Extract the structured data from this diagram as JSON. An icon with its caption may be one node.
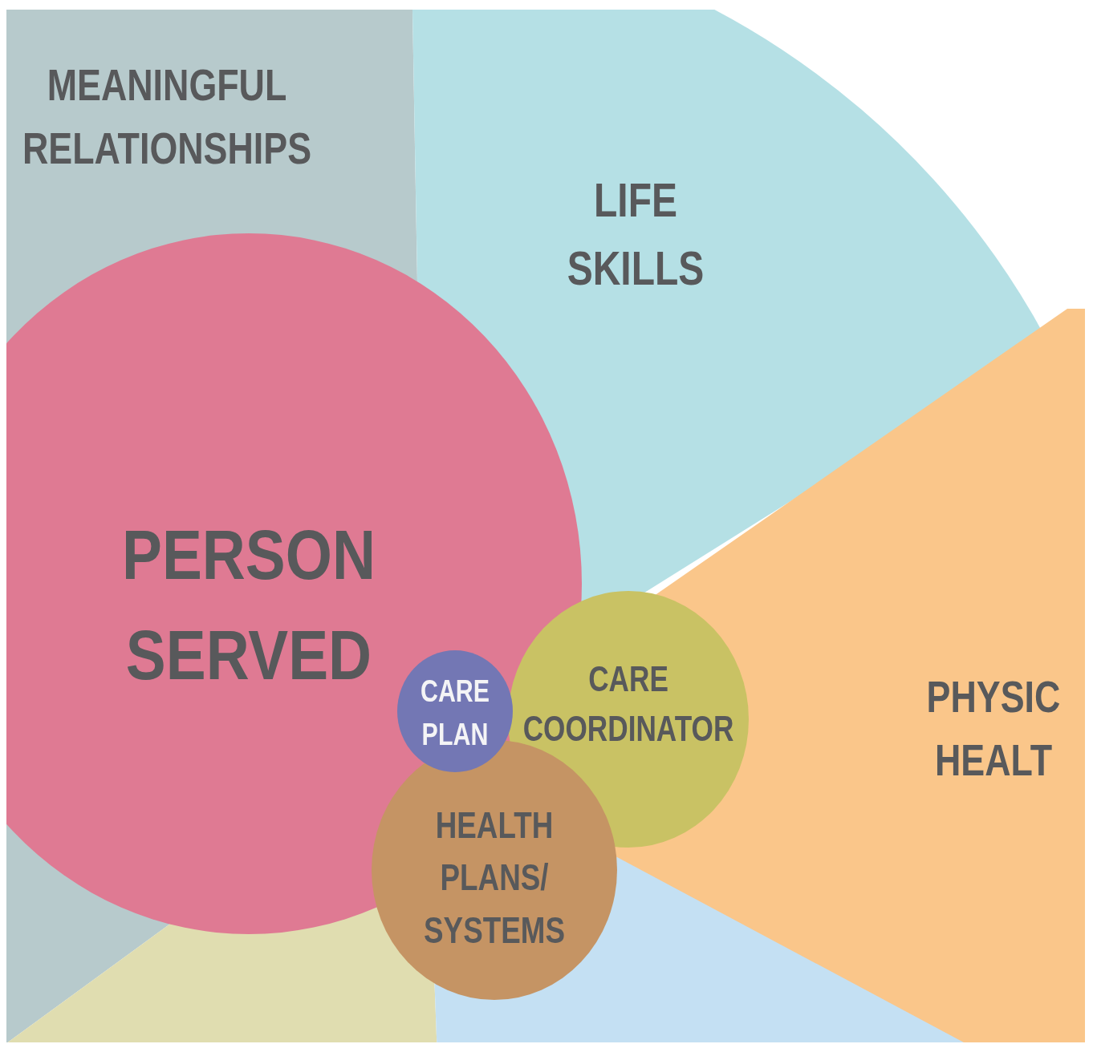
{
  "diagram": {
    "nodes": [
      {
        "text": [
          "MEANINGFUL RELATIONSHIPS"
        ]
      },
      {
        "text": [
          "LIFE SKILLS"
        ]
      },
      {
        "text": [
          "PHYSIC HEALT"
        ]
      },
      {
        "text": [
          "PERSON SERVED"
        ]
      },
      {
        "text": [
          "CARE PLAN"
        ],
        "in": 3
      },
      {
        "text": [
          "CARE COORDINATOR"
        ]
      },
      {
        "text": [
          "HEALTH PLANS/ SYSTEMS"
        ]
      },
      {
        "text": [],
        "shape": "wedge"
      },
      {
        "text": [],
        "shape": "wedge"
      }
    ],
    "edges": []
  }
}
